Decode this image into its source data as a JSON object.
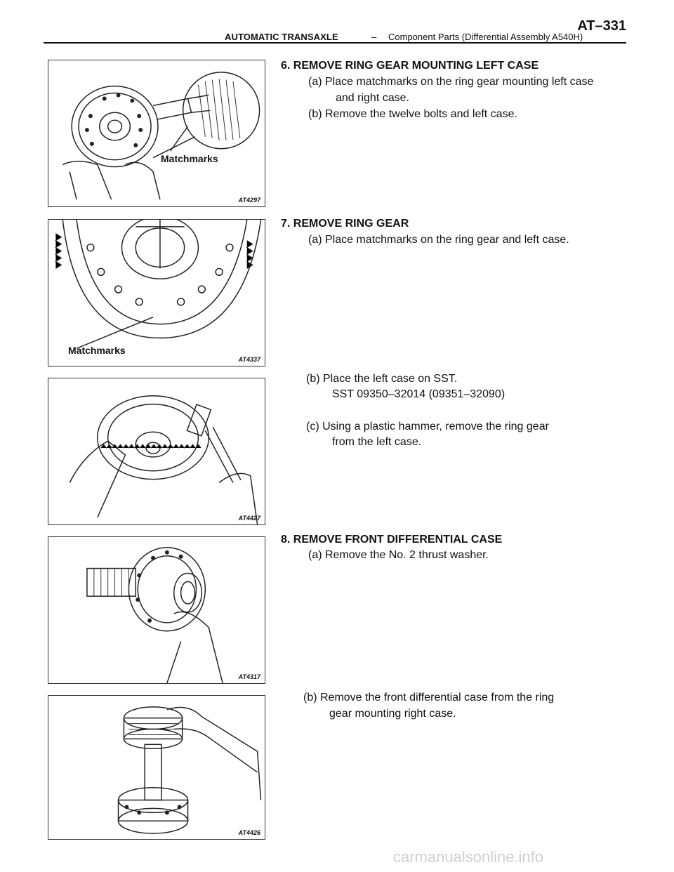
{
  "header": {
    "title": "AUTOMATIC TRANSAXLE",
    "separator": "–",
    "subtitle": "Component Parts (Differential Assembly  A540H)",
    "page": "AT–331"
  },
  "figures": [
    {
      "code": "AT4297",
      "label": "Matchmarks"
    },
    {
      "code": "AT4337",
      "label": "Matchmarks"
    },
    {
      "code": "AT4427",
      "label": ""
    },
    {
      "code": "AT4317",
      "label": ""
    },
    {
      "code": "AT4426",
      "label": ""
    }
  ],
  "sections": {
    "s6": {
      "heading": "6. REMOVE RING GEAR MOUNTING LEFT CASE",
      "a1": "(a) Place matchmarks on the ring gear mounting left case",
      "a2": "and right case.",
      "b": "(b) Remove the twelve bolts and left case."
    },
    "s7": {
      "heading": "7. REMOVE RING GEAR",
      "a": "(a) Place matchmarks on the ring gear and left case.",
      "b": "(b) Place the left case on SST.",
      "sst": "SST 09350–32014 (09351–32090)",
      "c1": "(c)  Using  a  plastic  hammer,  remove  the  ring  gear",
      "c2": "from the left case."
    },
    "s8": {
      "heading": "8. REMOVE FRONT DIFFERENTIAL CASE",
      "a": "(a) Remove the No. 2 thrust washer.",
      "b1": "(b) Remove the front differential case from the ring",
      "b2": "gear mounting right case."
    }
  },
  "watermark": "carmanualsonline.info"
}
